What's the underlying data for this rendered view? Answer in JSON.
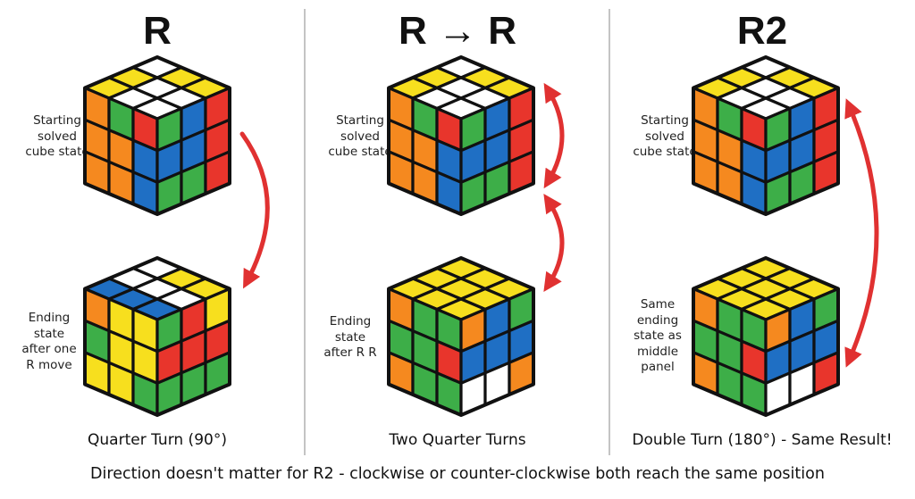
{
  "colors": {
    "W": "#ffffff",
    "Y": "#f7df1e",
    "O": "#f5891f",
    "G": "#3dae48",
    "B": "#1f6fc4",
    "R": "#e8352c",
    "outline": "#111111",
    "arrow": "#e03131",
    "divider": "#c4c4c4"
  },
  "panels": [
    {
      "title": "R",
      "caption": "Quarter Turn (90°)",
      "cubes": [
        {
          "label": "Starting solved cube state",
          "label_lines": [
            "Starting",
            "solved",
            "cube state"
          ],
          "top": [
            [
              "W",
              "Y",
              "Y"
            ],
            [
              "Y",
              "W",
              "W"
            ],
            [
              "Y",
              "W",
              "W"
            ]
          ],
          "left": [
            [
              "O",
              "G",
              "R"
            ],
            [
              "O",
              "O",
              "B"
            ],
            [
              "O",
              "O",
              "B"
            ]
          ],
          "right": [
            [
              "G",
              "B",
              "R"
            ],
            [
              "B",
              "B",
              "R"
            ],
            [
              "G",
              "G",
              "R"
            ]
          ]
        },
        {
          "label": "Ending state after one R move",
          "label_lines": [
            "Ending",
            "state",
            "after one",
            "R move"
          ],
          "top": [
            [
              "W",
              "W",
              "B"
            ],
            [
              "Y",
              "W",
              "B"
            ],
            [
              "Y",
              "W",
              "B"
            ]
          ],
          "left": [
            [
              "O",
              "Y",
              "Y"
            ],
            [
              "G",
              "Y",
              "Y"
            ],
            [
              "Y",
              "Y",
              "G"
            ]
          ],
          "right": [
            [
              "G",
              "R",
              "Y"
            ],
            [
              "R",
              "R",
              "R"
            ],
            [
              "G",
              "G",
              "G"
            ]
          ]
        }
      ],
      "arrows": [
        "down"
      ]
    },
    {
      "title": "R → R",
      "caption": "Two Quarter Turns",
      "cubes": [
        {
          "label": "Starting solved cube state",
          "label_lines": [
            "Starting",
            "solved",
            "cube state"
          ],
          "top": [
            [
              "W",
              "Y",
              "Y"
            ],
            [
              "Y",
              "W",
              "W"
            ],
            [
              "Y",
              "W",
              "W"
            ]
          ],
          "left": [
            [
              "O",
              "G",
              "R"
            ],
            [
              "O",
              "O",
              "B"
            ],
            [
              "O",
              "O",
              "B"
            ]
          ],
          "right": [
            [
              "G",
              "B",
              "R"
            ],
            [
              "B",
              "B",
              "R"
            ],
            [
              "G",
              "G",
              "R"
            ]
          ]
        },
        {
          "label": "Ending state after R R",
          "label_lines": [
            "Ending",
            "state",
            "after R R"
          ],
          "top": [
            [
              "Y",
              "Y",
              "Y"
            ],
            [
              "Y",
              "Y",
              "Y"
            ],
            [
              "Y",
              "Y",
              "Y"
            ]
          ],
          "left": [
            [
              "O",
              "G",
              "G"
            ],
            [
              "G",
              "G",
              "R"
            ],
            [
              "O",
              "G",
              "G"
            ]
          ],
          "right": [
            [
              "O",
              "B",
              "G"
            ],
            [
              "B",
              "B",
              "B"
            ],
            [
              "W",
              "W",
              "O"
            ]
          ]
        }
      ],
      "arrows": [
        "double-upper",
        "double-lower"
      ]
    },
    {
      "title": "R2",
      "caption": "Double Turn (180°) - Same Result!",
      "cubes": [
        {
          "label": "Starting solved cube state",
          "label_lines": [
            "Starting",
            "solved",
            "cube state"
          ],
          "top": [
            [
              "W",
              "Y",
              "Y"
            ],
            [
              "Y",
              "W",
              "W"
            ],
            [
              "Y",
              "W",
              "W"
            ]
          ],
          "left": [
            [
              "O",
              "G",
              "R"
            ],
            [
              "O",
              "O",
              "B"
            ],
            [
              "O",
              "O",
              "B"
            ]
          ],
          "right": [
            [
              "G",
              "B",
              "R"
            ],
            [
              "B",
              "B",
              "R"
            ],
            [
              "G",
              "G",
              "R"
            ]
          ]
        },
        {
          "label": "Same ending state as middle panel",
          "label_lines": [
            "Same",
            "ending",
            "state as",
            "middle",
            "panel"
          ],
          "top": [
            [
              "Y",
              "Y",
              "Y"
            ],
            [
              "Y",
              "Y",
              "Y"
            ],
            [
              "Y",
              "Y",
              "Y"
            ]
          ],
          "left": [
            [
              "O",
              "G",
              "G"
            ],
            [
              "G",
              "G",
              "R"
            ],
            [
              "O",
              "G",
              "G"
            ]
          ],
          "right": [
            [
              "O",
              "B",
              "G"
            ],
            [
              "B",
              "B",
              "B"
            ],
            [
              "W",
              "W",
              "R"
            ]
          ]
        }
      ],
      "arrows": [
        "double-long"
      ]
    }
  ],
  "footer": "Direction doesn't matter for R2 - clockwise or counter-clockwise both reach the same position"
}
